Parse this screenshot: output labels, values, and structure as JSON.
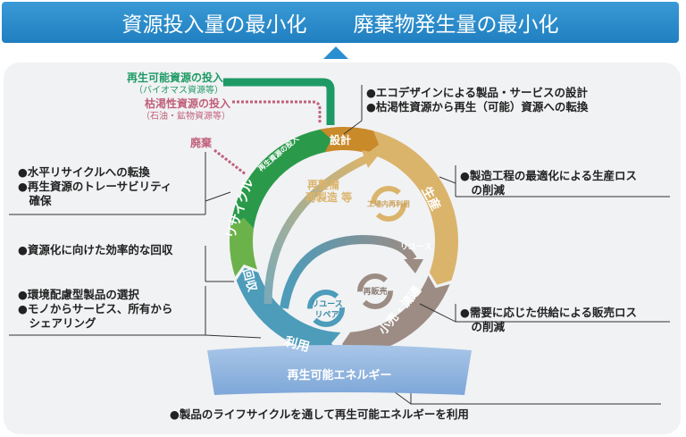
{
  "banner": {
    "left": "資源投入量の最小化",
    "right": "廃棄物発生量の最小化"
  },
  "inputs": {
    "renewable": "再生可能資源の投入",
    "renewable_sub": "（バイオマス資源等）",
    "exhaustible": "枯渇性資源の投入",
    "exhaustible_sub": "（石油・鉱物資源等）",
    "waste": "廃棄"
  },
  "cycle": {
    "design": "設計",
    "production": "生産",
    "retail": "小売・流通",
    "use": "利用",
    "collection": "回収",
    "recycle": "リサイクル",
    "recycle_tag": "再生資源の投入",
    "refurbish1": "再整備",
    "refurbish2": "再製造 等",
    "factory_reuse": "工場内再利用",
    "reuse": "リユース",
    "resale": "再販売",
    "reuse_repair1": "リユース",
    "reuse_repair2": "リペア"
  },
  "notes": {
    "design": [
      "●エコデザインによる製品・サービスの設計",
      "●枯渇性資源から再生（可能）資源への転換"
    ],
    "production": [
      "●製造工程の最適化による生産ロス",
      "　の削減"
    ],
    "retail": [
      "●需要に応じた供給による販売ロス",
      "　の削減"
    ],
    "recycle": [
      "●水平リサイクルへの転換",
      "●再生資源のトレーサビリティ",
      "　確保"
    ],
    "collection": [
      "●資源化に向けた効率的な回収"
    ],
    "use": [
      "●環境配慮型製品の選択",
      "●モノからサービス、所有から",
      "　シェアリング"
    ],
    "energy": "●製品のライフサイクルを通して再生可能エネルギーを利用"
  },
  "energy_label": "再生可能エネルギー",
  "colors": {
    "banner": "#2a8fd0",
    "design": "#c98a2a",
    "production": "#dbb46c",
    "retail": "#9c8c84",
    "use": "#4c9cba",
    "collection": "#6cb24a",
    "recycle": "#2a9a4a"
  }
}
